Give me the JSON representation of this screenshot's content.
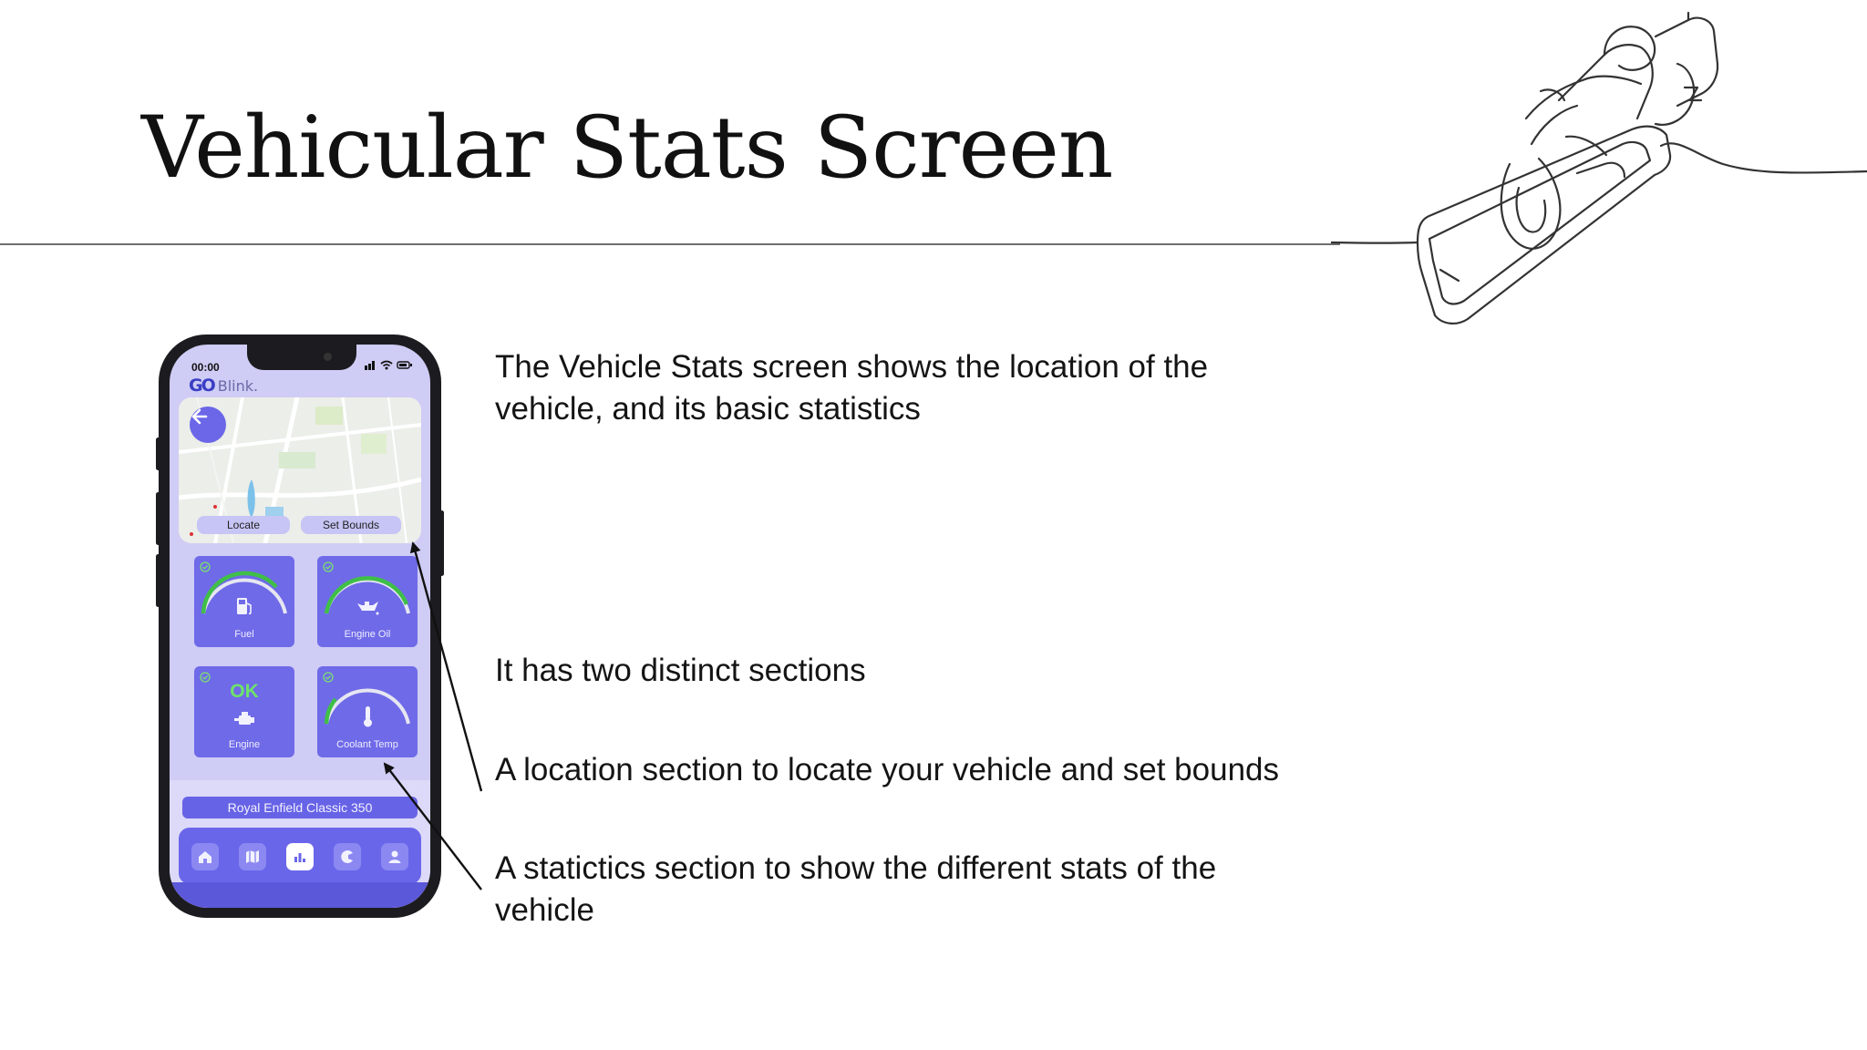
{
  "slide": {
    "title": "Vehicular Stats Screen",
    "descriptions": [
      "The Vehicle Stats screen shows the location of the vehicle, and its basic statistics",
      "It has two distinct sections",
      "A location section to locate your vehicle and set bounds",
      "A statictics section to show the different stats of the vehicle"
    ]
  },
  "phone": {
    "status_time": "00:00",
    "brand_logo": "GO",
    "brand_name": "Blink.",
    "map": {
      "locate_label": "Locate",
      "set_bounds_label": "Set Bounds"
    },
    "stats": [
      {
        "label": "Fuel",
        "icon": "fuel-icon",
        "ok": true
      },
      {
        "label": "Engine Oil",
        "icon": "oil-can-icon",
        "ok": true
      },
      {
        "label": "Engine",
        "icon": "engine-icon",
        "ok": true,
        "value": "OK"
      },
      {
        "label": "Coolant Temp",
        "icon": "thermometer-icon",
        "ok": true
      }
    ],
    "vehicle_name": "Royal Enfield Classic 350",
    "nav_items": [
      "home-icon",
      "map-icon",
      "stats-icon",
      "controls-icon",
      "profile-icon"
    ],
    "active_nav": "stats-icon"
  },
  "colors": {
    "accent": "#6f6ae8",
    "gauge_fill": "#3fbf48",
    "gauge_track": "#e6e6f2",
    "ok_text": "#6ee26a"
  }
}
